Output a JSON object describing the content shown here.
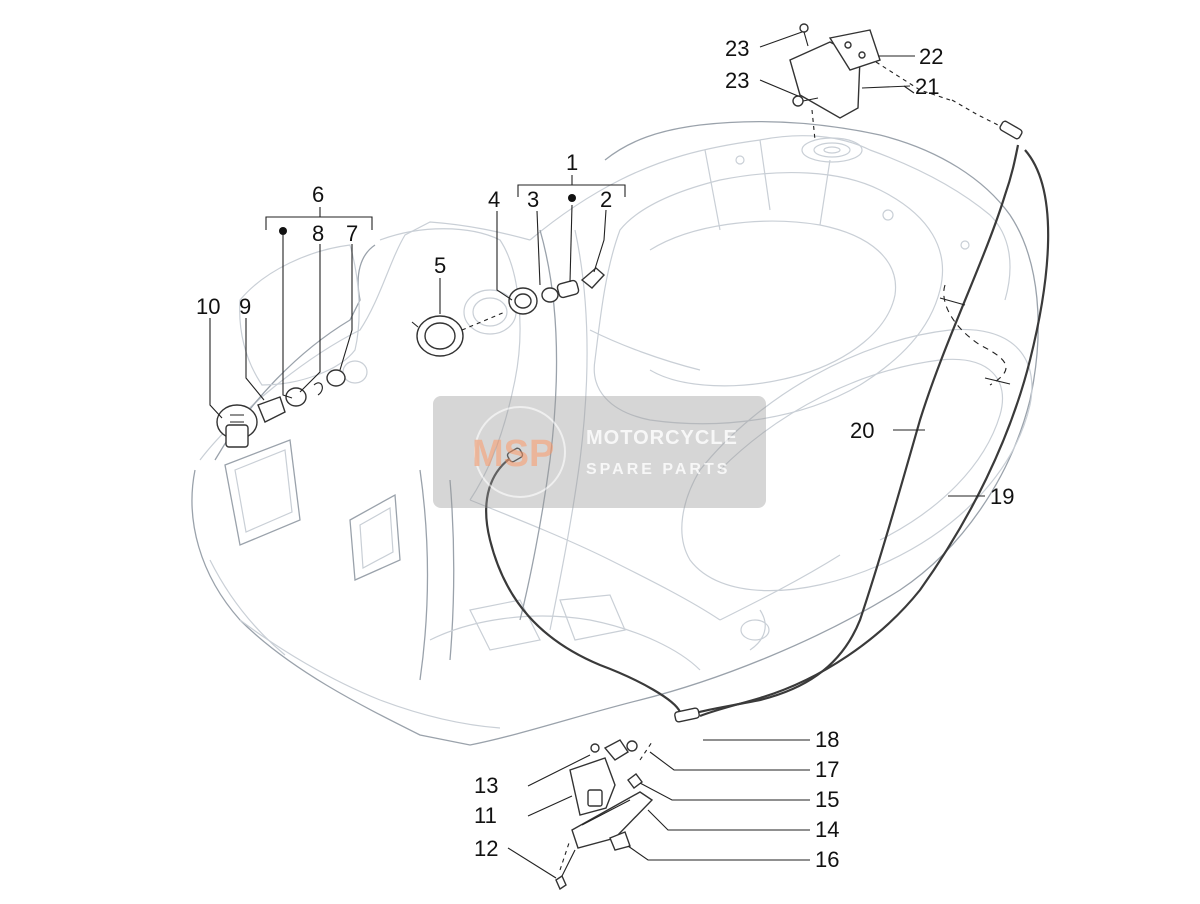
{
  "watermark": {
    "logo_text": "MSP",
    "line1": "MOTORCYCLE",
    "line2": "SPARE PARTS"
  },
  "labels": {
    "p1": "1",
    "p2": "2",
    "p3": "3",
    "p4": "4",
    "p5": "5",
    "p6": "6",
    "p7": "7",
    "p8": "8",
    "p9": "9",
    "p10": "10",
    "p11": "11",
    "p12": "12",
    "p13": "13",
    "p14": "14",
    "p15": "15",
    "p16": "16",
    "p17": "17",
    "p18": "18",
    "p19": "19",
    "p20": "20",
    "p21": "21",
    "p22": "22",
    "p23a": "23",
    "p23b": "23"
  }
}
